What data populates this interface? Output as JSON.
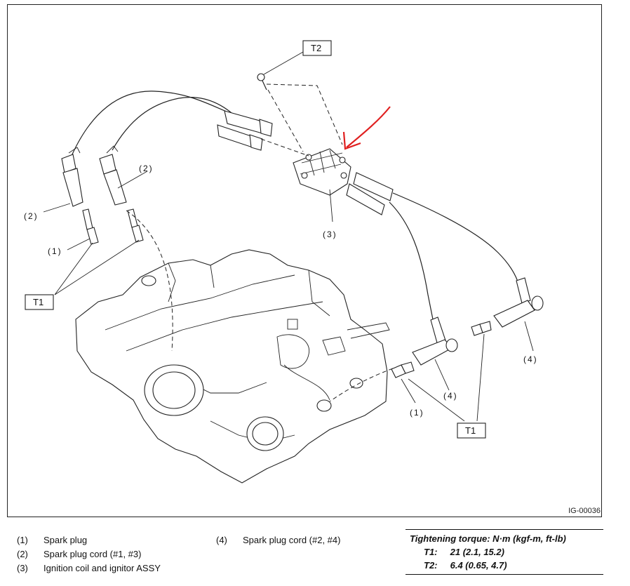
{
  "figure_code": "IG-00036",
  "callouts": {
    "c1a": "(1)",
    "c1b": "(1)",
    "c2a": "(2)",
    "c2b": "(2)",
    "c3": "(3)",
    "c4a": "(4)",
    "c4b": "(4)",
    "t1a": "T1",
    "t1b": "T1",
    "t2": "T2"
  },
  "legend": [
    {
      "num": "(1)",
      "label": "Spark plug"
    },
    {
      "num": "(2)",
      "label": "Spark plug cord (#1, #3)"
    },
    {
      "num": "(3)",
      "label": "Ignition coil and ignitor ASSY"
    },
    {
      "num": "(4)",
      "label": "Spark plug cord (#2, #4)"
    }
  ],
  "torque": {
    "title": "Tightening torque: N·m (kgf-m, ft-lb)",
    "t1_key": "T1:",
    "t1_value": "21 (2.1, 15.2)",
    "t2_key": "T2:",
    "t2_value": "6.4 (0.65, 4.7)"
  },
  "colors": {
    "annotation_arrow": "#e02020",
    "line": "#222222"
  }
}
